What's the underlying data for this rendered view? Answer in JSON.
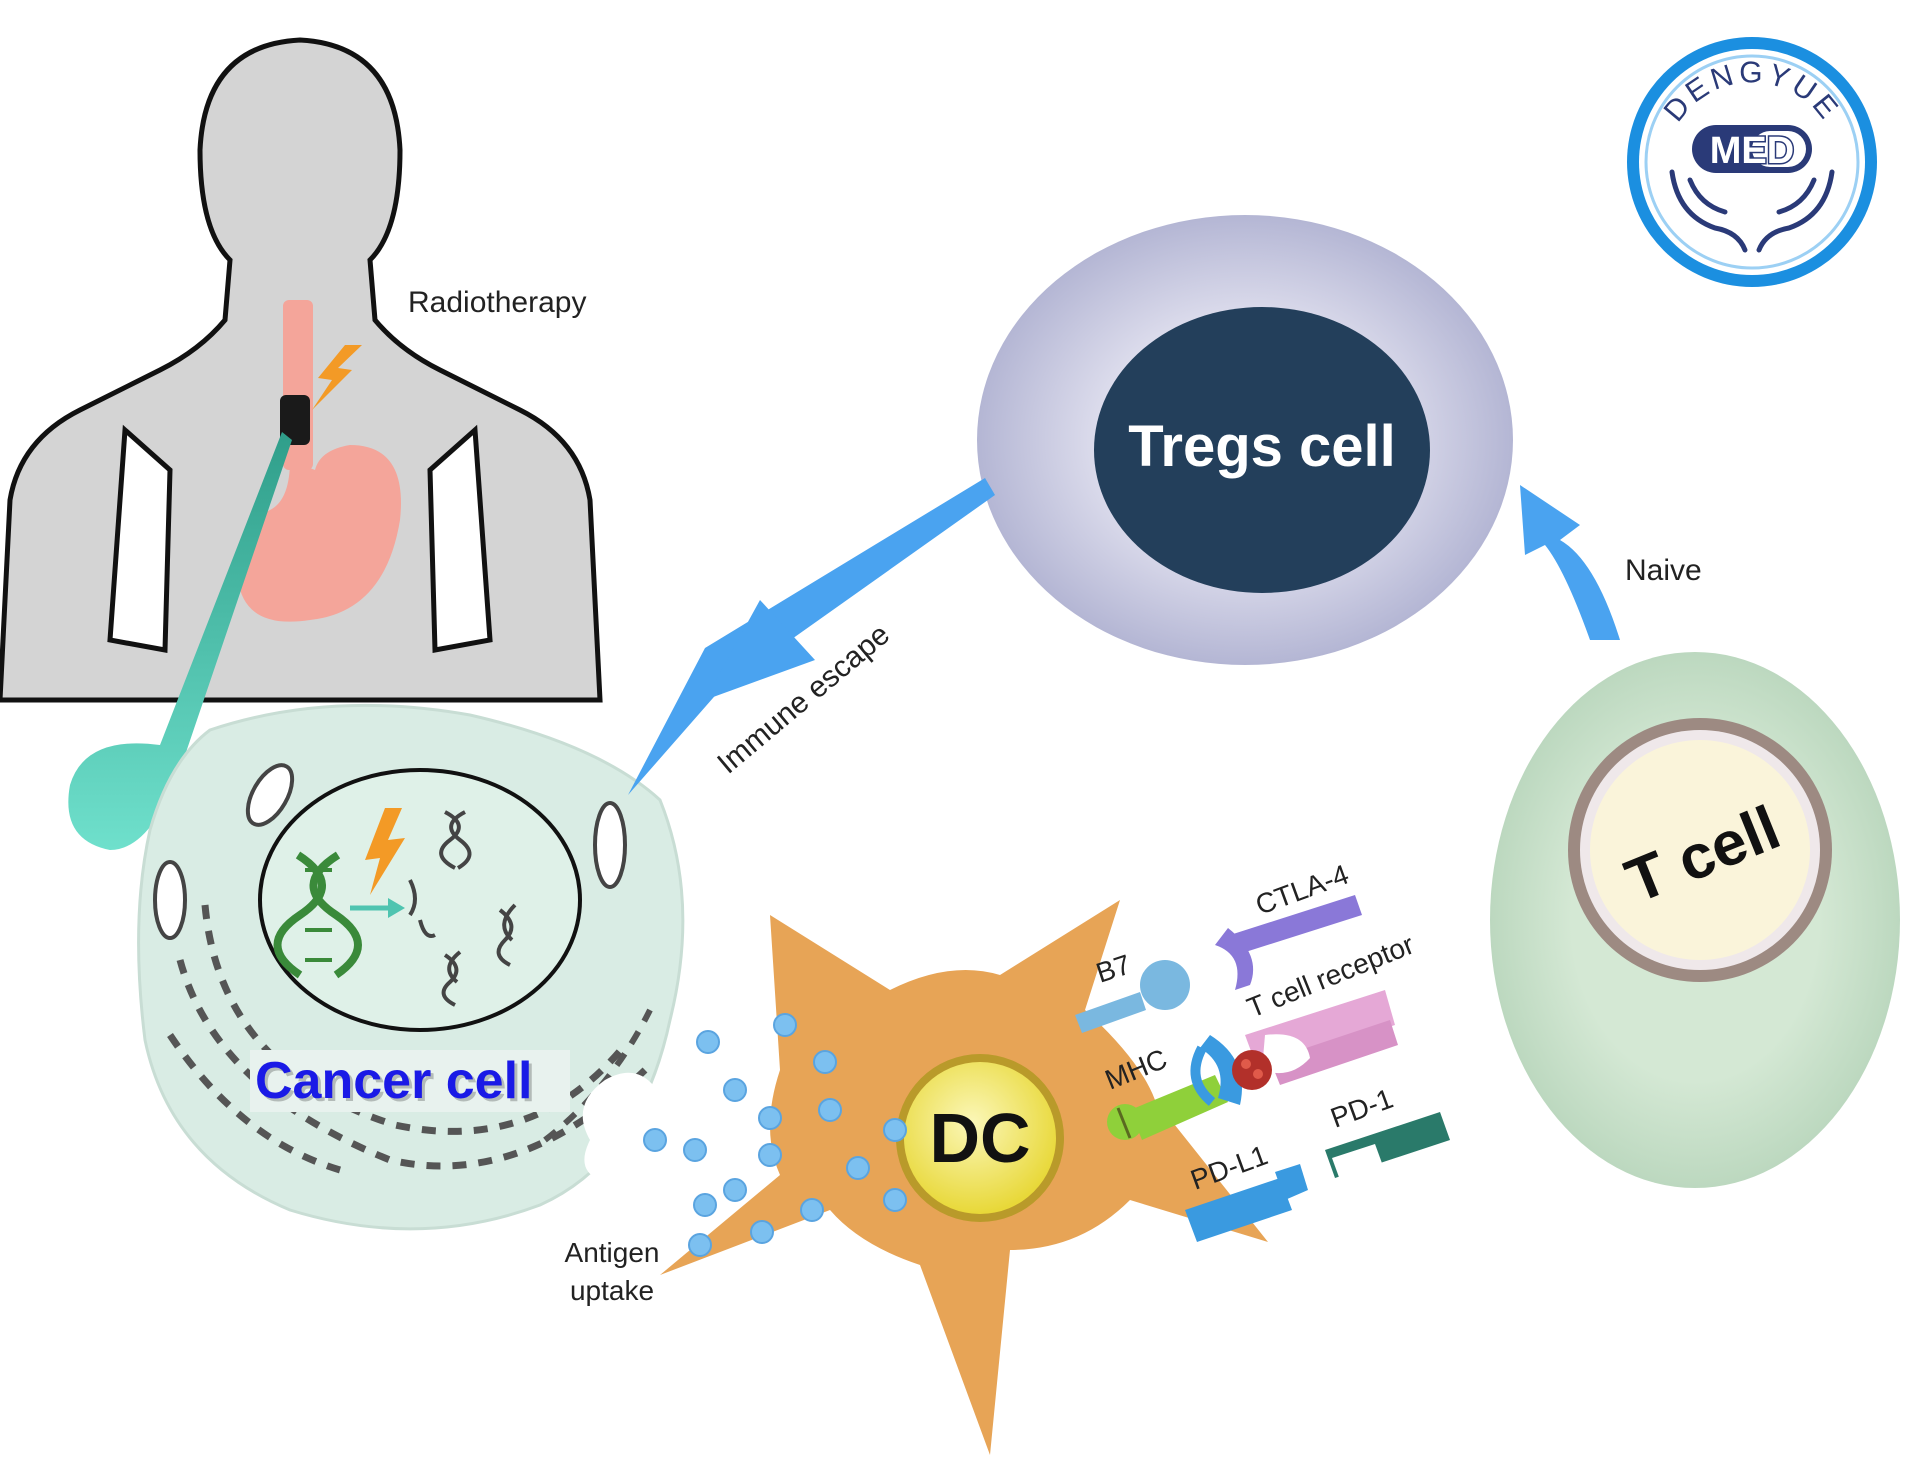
{
  "title": "",
  "logo": {
    "text_arc": "DENGYUE",
    "text_badge": "MED",
    "icon": "hands-icon"
  },
  "labels": {
    "radiotherapy": "Radiotherapy",
    "tregs": "Tregs cell",
    "naive": "Naive",
    "immune_escape": "Immune escape",
    "t_cell": "T cell",
    "cancer_cell": "Cancer cell",
    "dc": "DC",
    "antigen_line1": "Antigen",
    "antigen_line2": "uptake",
    "b7": "B7",
    "ctla4": "CTLA-4",
    "t_cell_receptor": "T cell receptor",
    "mhc": "MHC",
    "pd1": "PD-1",
    "pdl1": "PD-L1"
  },
  "colors": {
    "silhouette": "#d4d4d4",
    "organ": "#f4a59a",
    "lightning": "#f39a26",
    "tumor_beam": "#4fc4b0",
    "cancer_cell": "#d9ece4",
    "treg_outer": "#c4c6de",
    "treg_inner": "#233f5b",
    "t_cell_outer": "#cfe3cf",
    "t_cell_inner": "#faf4da",
    "dc_body": "#e7a456",
    "dc_nucleus": "#f3ea6a",
    "arrow_blue": "#4aa3f0",
    "cancer_label": "#1a1ae6",
    "dna_green": "#3a8a3a",
    "b7": "#7ab8e0",
    "ctla4": "#8a78d8",
    "mhc": "#8fd03a",
    "tcr": "#e5a8d6",
    "pd1": "#2a7a6a",
    "pdl1": "#3a9ae0",
    "logo_blue": "#1b8fe0",
    "logo_navy": "#2a3a78"
  }
}
